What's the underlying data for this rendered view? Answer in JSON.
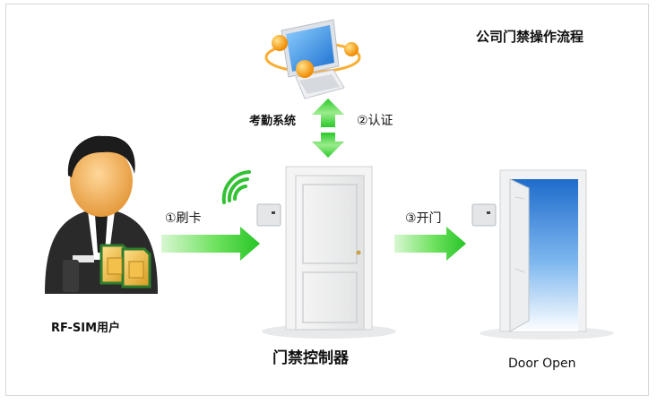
{
  "title": "公司门禁操作流程",
  "labels": {
    "attendance_system": "考勤系统",
    "step_authenticate": "②认证",
    "step_swipe_card": "①刷卡",
    "step_open_door": "③开门",
    "rf_sim_user": "RF-SIM用户",
    "access_controller": "门禁控制器",
    "door_open": "Door Open"
  },
  "colors": {
    "arrow_green": "#3fd23f",
    "arrow_green_light": "#c9f5c4",
    "sky_blue": "#2f7fd6",
    "door_gray": "#e9eaeb"
  },
  "icons": [
    "computer-icon",
    "person-icon",
    "sim-card-icon",
    "wireless-signal-icon",
    "card-reader-icon"
  ]
}
